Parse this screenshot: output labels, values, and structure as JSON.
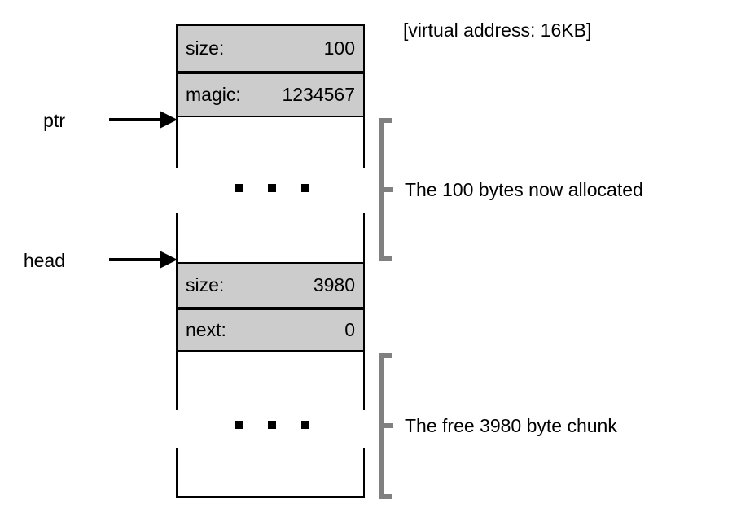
{
  "diagram": {
    "virtual_address_note": "[virtual address: 16KB]",
    "pointers": [
      {
        "name": "ptr",
        "label": "ptr"
      },
      {
        "name": "head",
        "label": "head"
      }
    ],
    "blocks": [
      {
        "name": "allocated-chunk",
        "fields": [
          {
            "name": "size",
            "label": "size:",
            "value": "100"
          },
          {
            "name": "magic",
            "label": "magic:",
            "value": "1234567"
          }
        ],
        "continuation": "• • •"
      },
      {
        "name": "free-chunk",
        "fields": [
          {
            "name": "size",
            "label": "size:",
            "value": "3980"
          },
          {
            "name": "next",
            "label": "next:",
            "value": "0"
          }
        ],
        "continuation": "• • •"
      }
    ],
    "brackets": [
      {
        "name": "allocated-region",
        "caption": "The 100 bytes now allocated"
      },
      {
        "name": "free-region",
        "caption": "The free 3980 byte chunk"
      }
    ],
    "colors": {
      "field_fill": "#cccccc",
      "line": "#000000",
      "bracket": "#808080",
      "background": "#ffffff"
    }
  }
}
